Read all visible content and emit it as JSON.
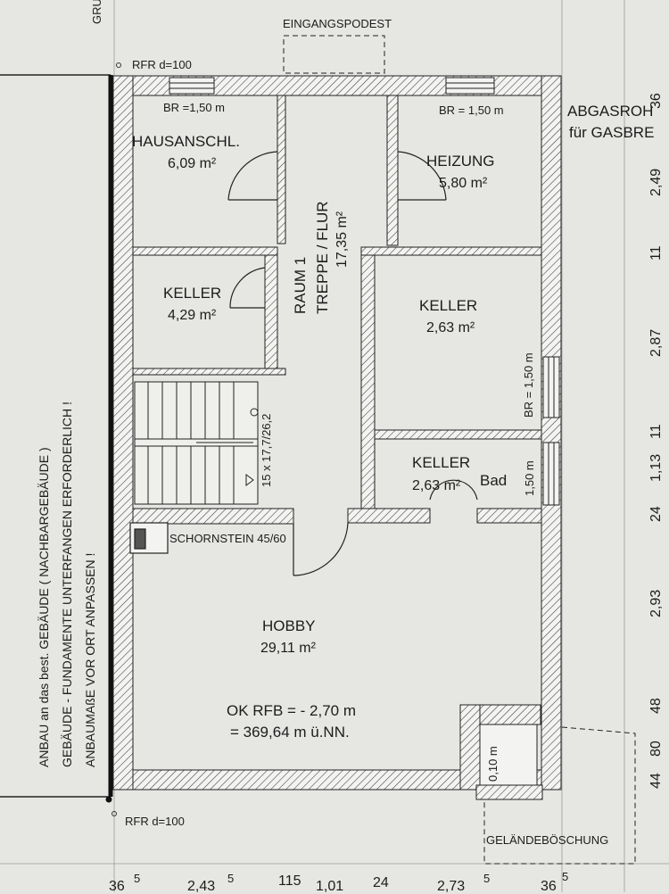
{
  "top_left_fragment": "GRU",
  "entrance": "EINGANGSPODEST",
  "rfr_top": "RFR d=100",
  "rfr_bottom": "RFR d=100",
  "rooms": {
    "hausanschl": {
      "name": "HAUSANSCHL.",
      "area": "6,09 m²",
      "window": "BR =1,50 m"
    },
    "heizung": {
      "name": "HEIZUNG",
      "area": "5,80 m²",
      "window": "BR = 1,50 m"
    },
    "keller_left": {
      "name": "KELLER",
      "area": "4,29 m²"
    },
    "flur": {
      "line1": "RAUM 1",
      "line2": "TREPPE / FLUR",
      "line3": "17,35 m²"
    },
    "keller_right": {
      "name": "KELLER",
      "area": "2,63 m²",
      "window": "BR = 1,50 m"
    },
    "keller_bad": {
      "name": "KELLER",
      "area": "2,63 m²",
      "extra": "Bad",
      "window": "1,50 m"
    },
    "hobby": {
      "name": "HOBBY",
      "area": "29,11 m²",
      "ok_line1": "OK  RFB  =  - 2,70 m",
      "ok_line2": "= 369,64 m ü.NN."
    }
  },
  "stairs_label": "15 x 17,7/26,2",
  "chimney": "SCHORNSTEIN  45/60",
  "lightwell_depth": "0,10 m",
  "slope": "GELÄNDEBÖSCHUNG",
  "left_note": {
    "line1": "ANBAU an das best. GEBÄUDE ( NACHBARGEBÄUDE )",
    "line2": "GEBÄUDE - FUNDAMENTE UNTERFANGEN ERFORDERLICH !",
    "line3": "ANBAUMAßE VOR ORT ANPASSEN !"
  },
  "right_note": {
    "line1": "ABGASROH",
    "line2": "für GASBRE"
  },
  "right_dims": [
    "36",
    "2,49",
    "11",
    "2,87",
    "1,13",
    "11",
    "24",
    "2,93",
    "48",
    "80",
    "44"
  ],
  "bottom_dims": [
    "36",
    "5",
    "2,43",
    "5",
    "115",
    "1,01",
    "24",
    "2,73",
    "5",
    "36",
    "5"
  ]
}
